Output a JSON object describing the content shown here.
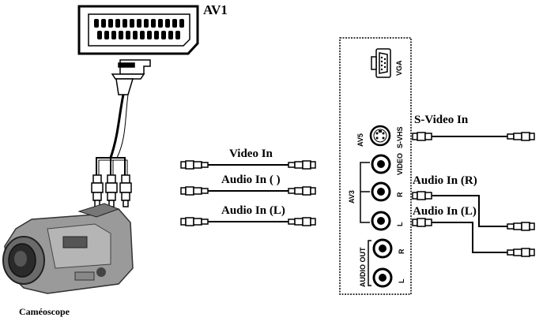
{
  "labels": {
    "av1": "AV1",
    "camescope": "Caméoscope",
    "video_in": "Video In",
    "audio_in_mid": "Audio In ( )",
    "audio_in_l_left": "Audio In (L)",
    "s_video_in": "S-Video In",
    "audio_in_r": "Audio In (R)",
    "audio_in_l_right": "Audio In (L)"
  },
  "panel": {
    "vga": "VGA",
    "av5": "AV5",
    "svhs": "S-VHS",
    "video": "VIDEO",
    "av3": "AV3",
    "r1": "R",
    "l1": "L",
    "audio_out": "AUDIO OUT",
    "r2": "R",
    "l2": "L"
  }
}
